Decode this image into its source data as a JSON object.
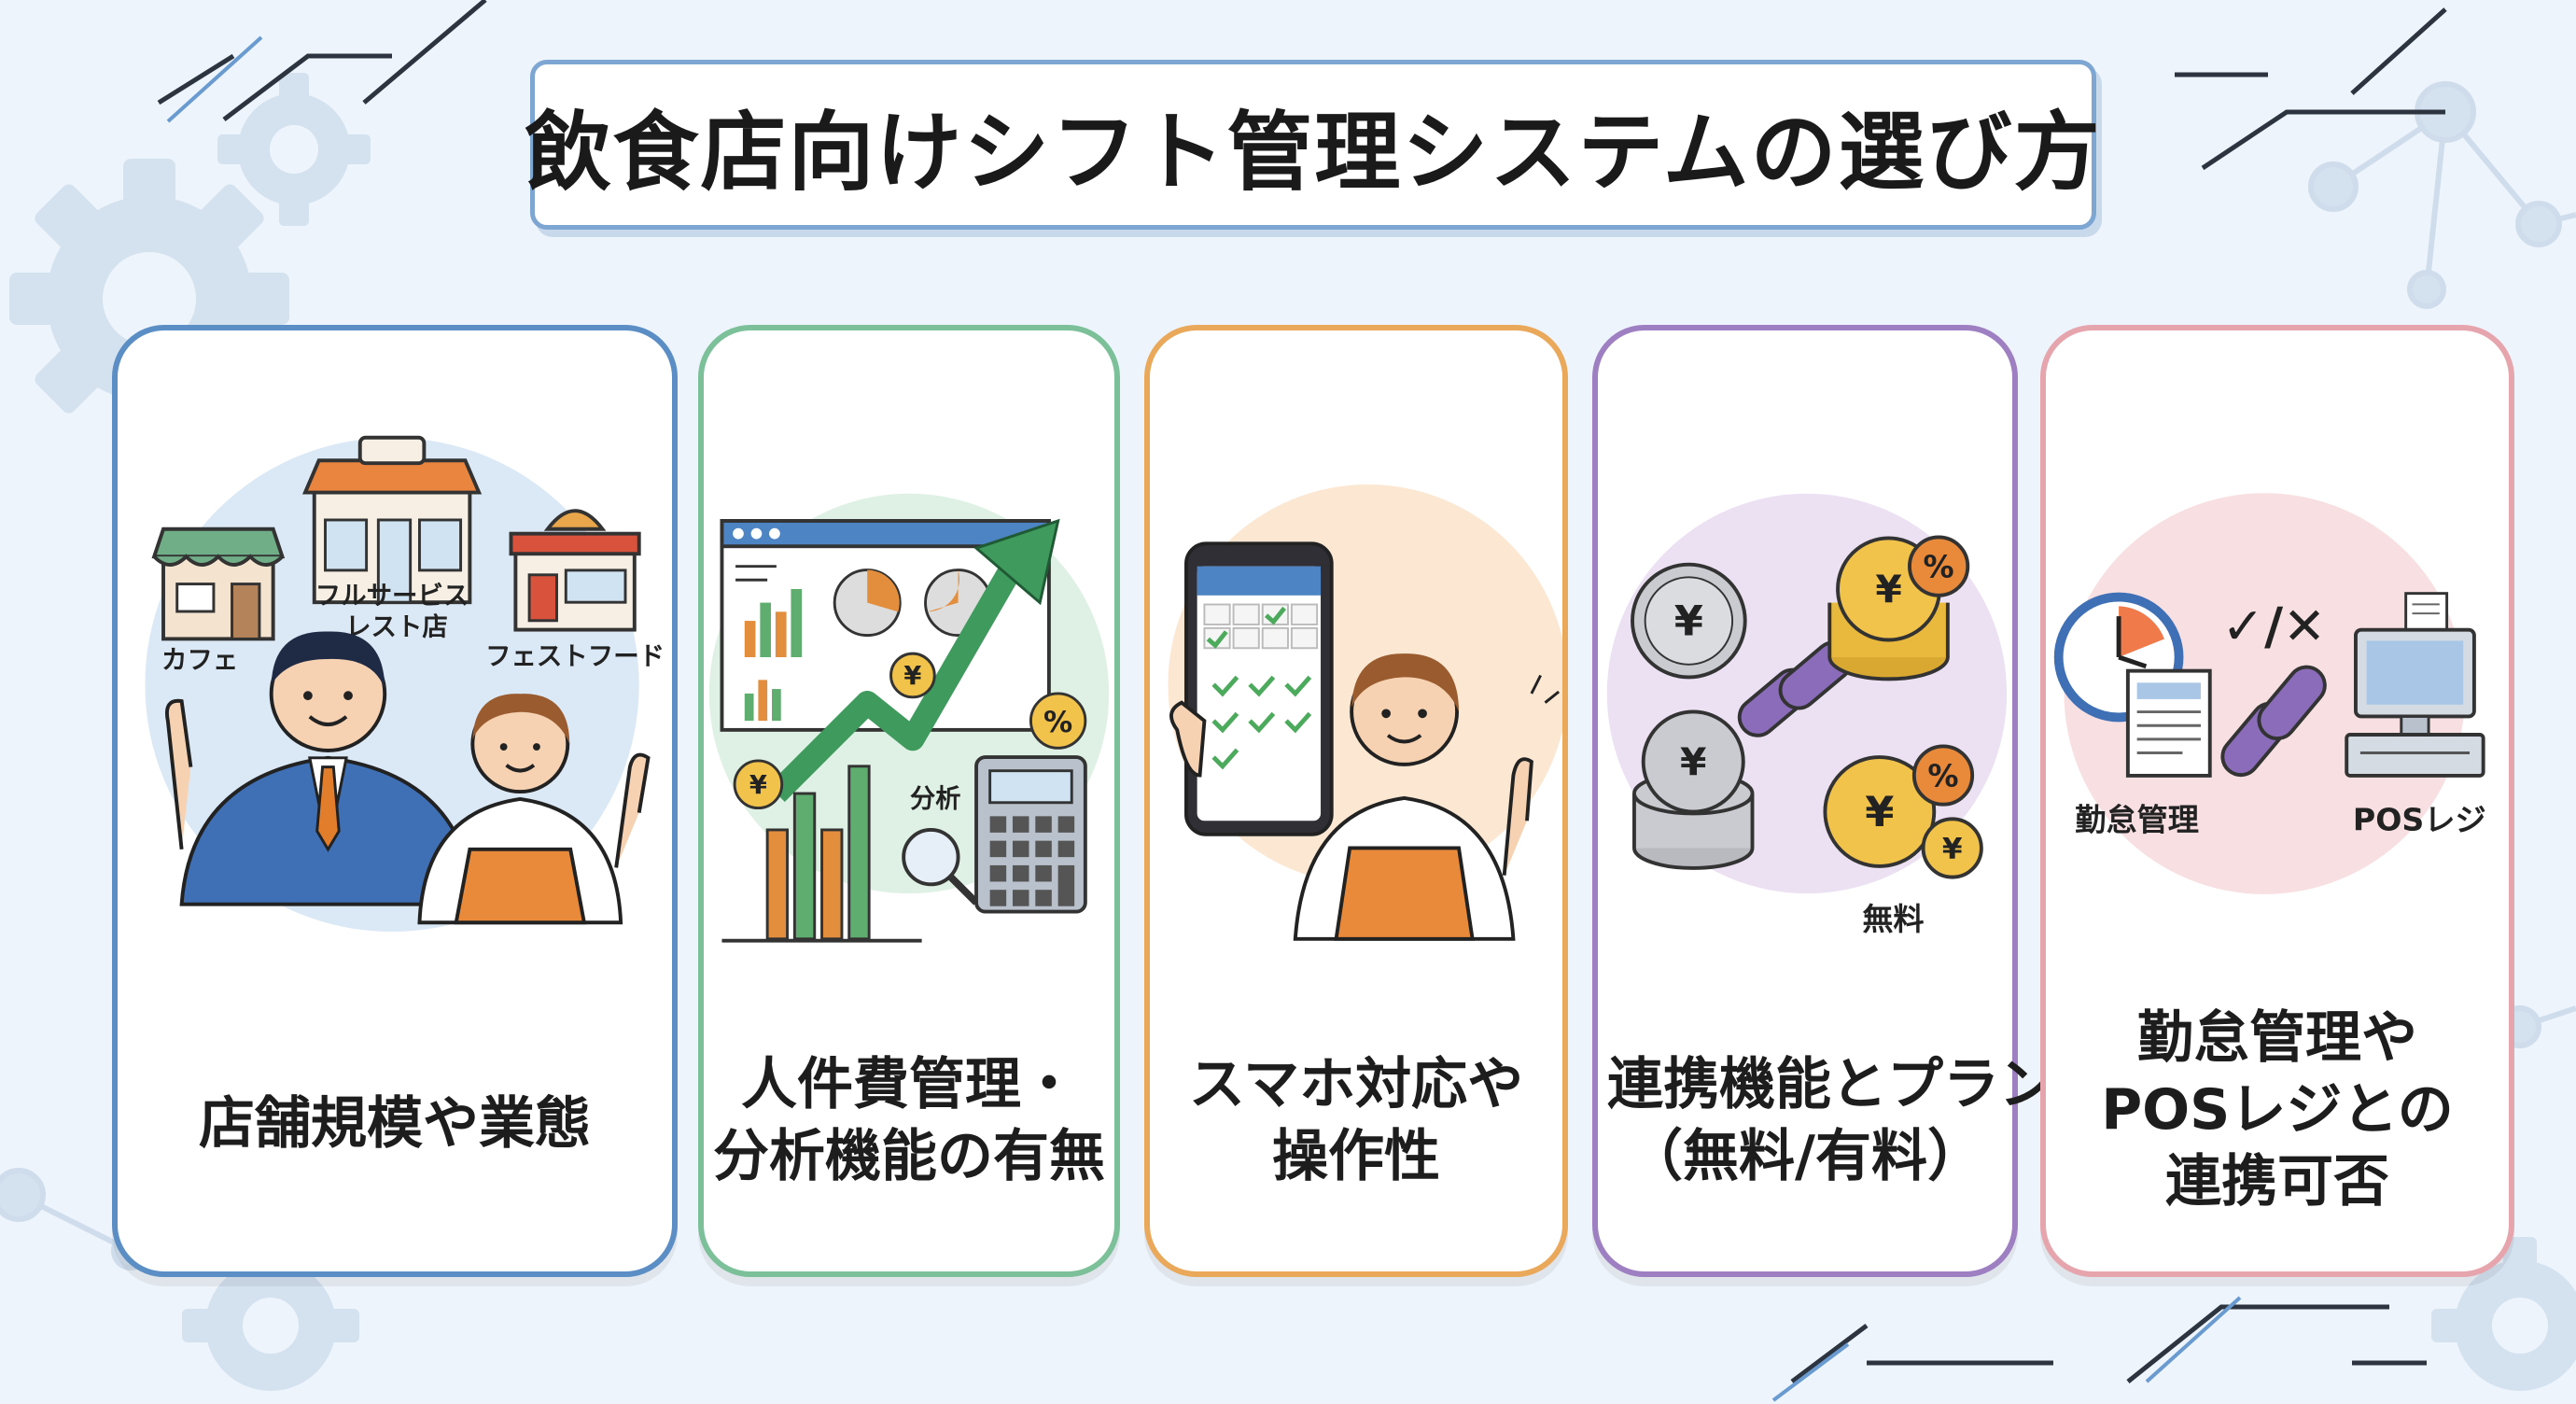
{
  "title": "飲食店向けシフト管理システムの選び方",
  "colors": {
    "background": "#eef4fb",
    "card1_border": "#5b8ec4",
    "card2_border": "#7cc09a",
    "card3_border": "#e9a85a",
    "card4_border": "#9d7fc2",
    "card5_border": "#e6a4ad"
  },
  "cards": [
    {
      "label_lines": [
        "店舗規模や業態"
      ],
      "icons": [
        "cafe-shop-icon",
        "restaurant-icon",
        "fast-food-icon",
        "manager-icon",
        "staff-icon"
      ],
      "captions": {
        "cafe": "カフェ",
        "restaurant_l1": "フルサービス",
        "restaurant_l2": "レスト店",
        "fastfood": "フェストフード"
      }
    },
    {
      "label_lines": [
        "人件費管理・",
        "分析機能の有無"
      ],
      "icons": [
        "dashboard-chart-icon",
        "growth-arrow-icon",
        "calculator-icon",
        "magnifier-icon",
        "yen-coin-icon",
        "percent-icon"
      ],
      "captions": {
        "analysis": "分析",
        "yen": "¥",
        "percent": "%"
      }
    },
    {
      "label_lines": [
        "スマホ対応や",
        "操作性"
      ],
      "icons": [
        "smartphone-icon",
        "checklist-icon",
        "staff-icon"
      ]
    },
    {
      "label_lines": [
        "連携機能とプラン",
        "（無料/有料）"
      ],
      "icons": [
        "coin-stack-icon",
        "chain-link-icon",
        "gold-coin-icon",
        "percent-icon"
      ],
      "captions": {
        "free": "無料",
        "yen": "¥",
        "percent": "%"
      }
    },
    {
      "label_lines": [
        "勤怠管理や",
        "POSレジとの",
        "連携可否"
      ],
      "icons": [
        "clock-icon",
        "timesheet-icon",
        "check-cross-icon",
        "chain-link-icon",
        "pos-register-icon"
      ],
      "captions": {
        "attendance": "勤怠管理",
        "pos": "POSレジ",
        "check_cross": "✓/✕"
      }
    }
  ]
}
